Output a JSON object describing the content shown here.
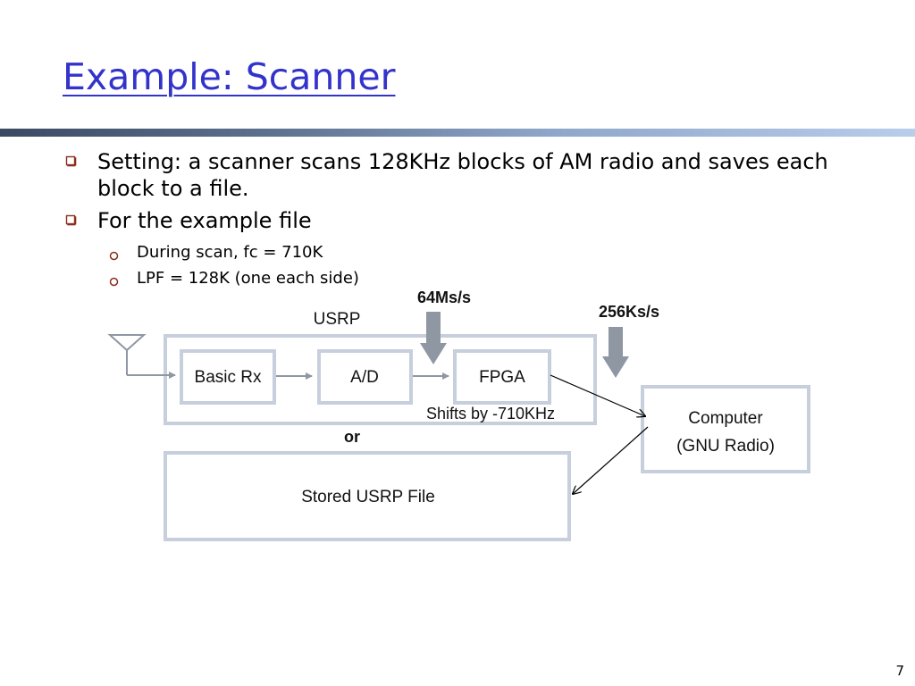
{
  "slide": {
    "title": "Example: Scanner",
    "page_number": "7"
  },
  "bullets": [
    {
      "level": 1,
      "text": "Setting: a scanner scans 128KHz blocks of AM radio and saves each block to a file."
    },
    {
      "level": 1,
      "text": "For the example file"
    },
    {
      "level": 2,
      "text": "During scan, fc = 710K"
    },
    {
      "level": 2,
      "text": "LPF = 128K (one each side)"
    }
  ],
  "diagram": {
    "usrp_label": "USRP",
    "rate_in": "64Ms/s",
    "rate_out": "256Ks/s",
    "blocks": {
      "basic_rx": "Basic Rx",
      "ad": "A/D",
      "fpga": "FPGA",
      "computer_line1": "Computer",
      "computer_line2": "(GNU Radio)",
      "stored_file": "Stored USRP File"
    },
    "shift_note": "Shifts by -710KHz",
    "or_label": "or"
  },
  "colors": {
    "title": "#3333cc",
    "bullet_marker": "#8b2e1e",
    "box_border": "#c7cfdc",
    "arrow_gray": "#8f97a3"
  },
  "icons": {
    "level1_marker": "hollow-square-bullet-icon",
    "level2_marker": "hollow-circle-bullet-icon",
    "antenna": "antenna-icon"
  }
}
